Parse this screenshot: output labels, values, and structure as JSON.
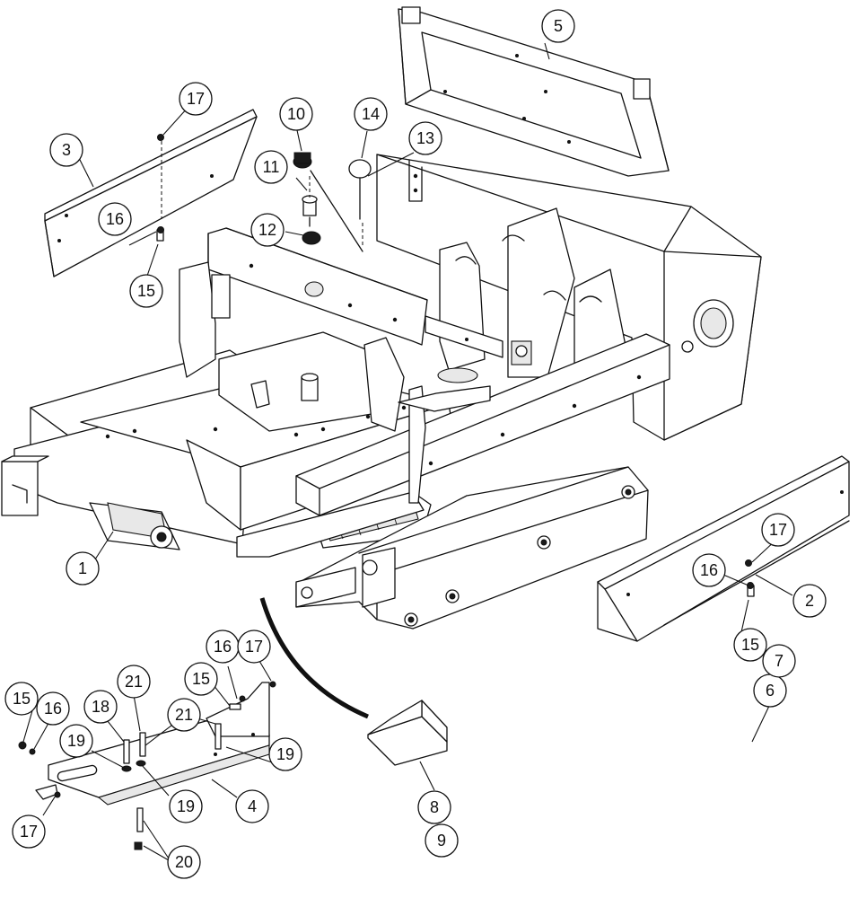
{
  "callouts": [
    {
      "id": "c1",
      "label": "1"
    },
    {
      "id": "c2",
      "label": "2"
    },
    {
      "id": "c3",
      "label": "3"
    },
    {
      "id": "c4",
      "label": "4"
    },
    {
      "id": "c5",
      "label": "5"
    },
    {
      "id": "c6",
      "label": "6"
    },
    {
      "id": "c7",
      "label": "7"
    },
    {
      "id": "c8",
      "label": "8"
    },
    {
      "id": "c9",
      "label": "9"
    },
    {
      "id": "c10",
      "label": "10"
    },
    {
      "id": "c11",
      "label": "11"
    },
    {
      "id": "c12",
      "label": "12"
    },
    {
      "id": "c13",
      "label": "13"
    },
    {
      "id": "c14",
      "label": "14"
    },
    {
      "id": "c15a",
      "label": "15"
    },
    {
      "id": "c15b",
      "label": "15"
    },
    {
      "id": "c15c",
      "label": "15"
    },
    {
      "id": "c15d",
      "label": "15"
    },
    {
      "id": "c16a",
      "label": "16"
    },
    {
      "id": "c16b",
      "label": "16"
    },
    {
      "id": "c16c",
      "label": "16"
    },
    {
      "id": "c16d",
      "label": "16"
    },
    {
      "id": "c17a",
      "label": "17"
    },
    {
      "id": "c17b",
      "label": "17"
    },
    {
      "id": "c17c",
      "label": "17"
    },
    {
      "id": "c17d",
      "label": "17"
    },
    {
      "id": "c18",
      "label": "18"
    },
    {
      "id": "c19a",
      "label": "19"
    },
    {
      "id": "c19b",
      "label": "19"
    },
    {
      "id": "c19c",
      "label": "19"
    },
    {
      "id": "c20",
      "label": "20"
    },
    {
      "id": "c21a",
      "label": "21"
    },
    {
      "id": "c21b",
      "label": "21"
    }
  ]
}
